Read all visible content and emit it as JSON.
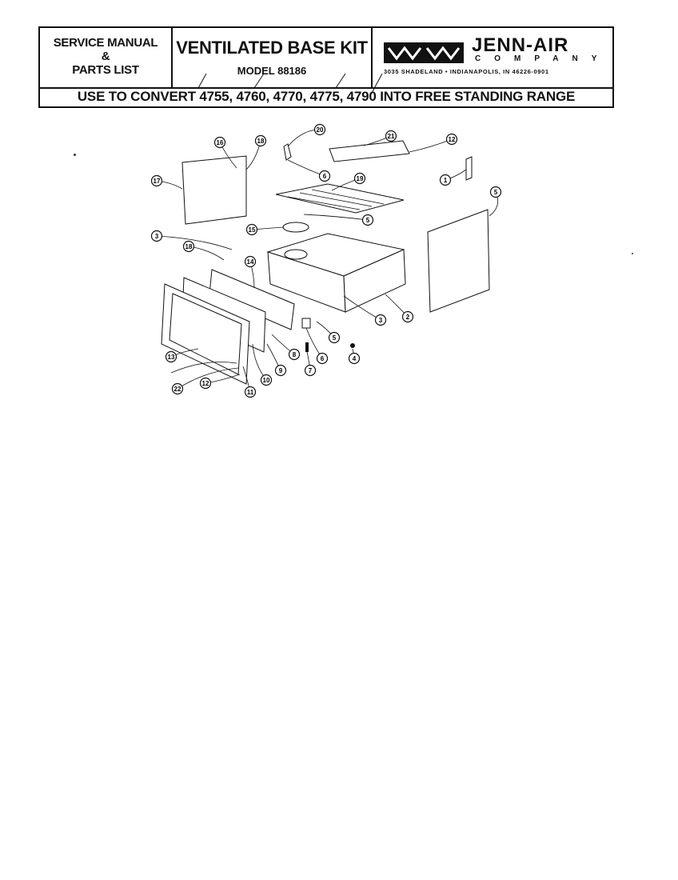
{
  "header": {
    "left_lines": [
      "SERVICE MANUAL",
      "&",
      "PARTS LIST"
    ],
    "kit_title": "VENTILATED BASE KIT",
    "model": "MODEL 88186",
    "brand": "JENN-AIR",
    "company": "COMPANY",
    "address": "3035 SHADELAND  •  INDIANAPOLIS, IN  46226-0901",
    "convert_text": "USE TO CONVERT 4755, 4760, 4770, 4775, 4790 INTO FREE STANDING RANGE"
  },
  "diagram": {
    "callouts": [
      "20",
      "21",
      "12",
      "16",
      "18",
      "17",
      "6",
      "1",
      "19",
      "5",
      "15",
      "3",
      "18",
      "14",
      "2",
      "3",
      "5",
      "5",
      "8",
      "6",
      "4",
      "7",
      "9",
      "13",
      "10",
      "11",
      "12",
      "22"
    ]
  }
}
